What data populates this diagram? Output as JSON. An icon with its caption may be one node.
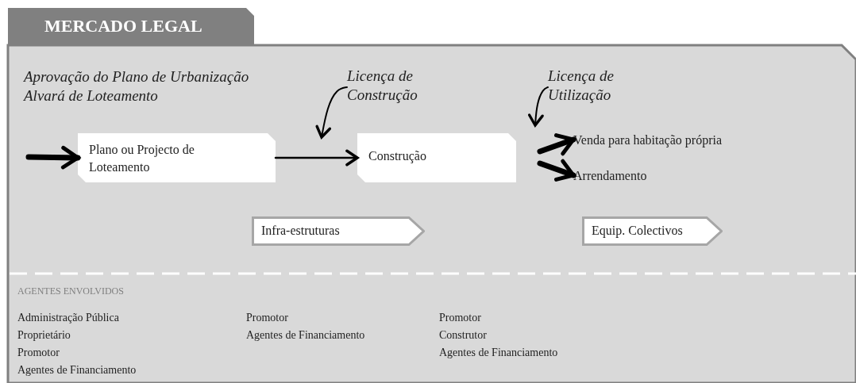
{
  "diagram": {
    "title": "MERCADO LEGAL",
    "nodes": [
      {
        "text": [
          "Plano ou Projecto de Loteamento"
        ]
      },
      {
        "text": [
          "Construção"
        ]
      },
      {
        "text": [
          "Venda para habitação própria"
        ]
      },
      {
        "text": [
          "Arrendamento"
        ]
      },
      {
        "text": [
          "Infra-estruturas"
        ]
      },
      {
        "text": [
          "Equip. Colectivos"
        ]
      },
      {
        "text": [
          "Licença de Construção"
        ]
      },
      {
        "text": [
          "Licença de Utilização"
        ]
      }
    ],
    "edges": [
      {
        "from": null,
        "to": 0,
        "arrow": "to",
        "style": "thick"
      },
      {
        "from": 0,
        "to": 1,
        "arrow": "to"
      },
      {
        "from": 6,
        "to": null,
        "arrow": "to"
      },
      {
        "from": 7,
        "to": null,
        "arrow": "to"
      },
      {
        "from": null,
        "to": 2,
        "arrow": "to",
        "style": "thick"
      },
      {
        "from": null,
        "to": 3,
        "arrow": "to",
        "style": "thick"
      }
    ],
    "labels": [
      "Aprovação do Plano de Urbanização",
      "Alvará de Loteamento",
      "AGENTES ENVOLVIDOS",
      "Administração Pública",
      "Proprietário",
      "Promotor",
      "Agentes de Financiamento",
      "Promotor",
      "Agentes de Financiamento",
      "Promotor",
      "Construtor",
      "Agentes de Financiamento"
    ]
  }
}
